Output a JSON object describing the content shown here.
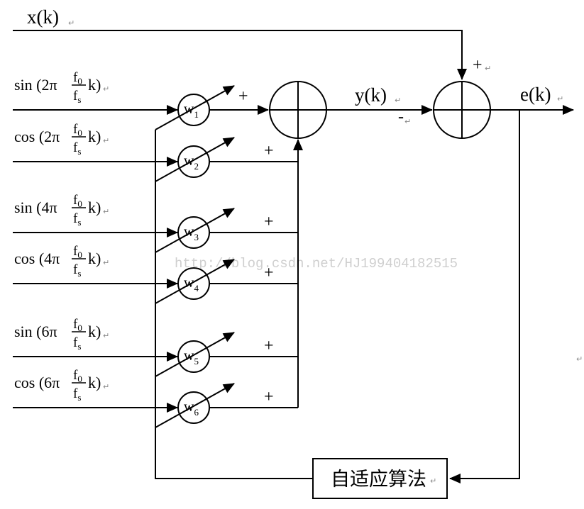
{
  "diagram": {
    "title": "Adaptive harmonic canceller block diagram",
    "reference_input": {
      "label": "x(k)"
    },
    "inputs": [
      {
        "func": "sin",
        "multiplier": "2π",
        "num": "f",
        "num_sub": "0",
        "den": "f",
        "den_sub": "s",
        "var": "k",
        "weight": "w",
        "weight_sub": "1",
        "sign": "+"
      },
      {
        "func": "cos",
        "multiplier": "2π",
        "num": "f",
        "num_sub": "0",
        "den": "f",
        "den_sub": "s",
        "var": "k",
        "weight": "w",
        "weight_sub": "2",
        "sign": "+"
      },
      {
        "func": "sin",
        "multiplier": "4π",
        "num": "f",
        "num_sub": "0",
        "den": "f",
        "den_sub": "s",
        "var": "k",
        "weight": "w",
        "weight_sub": "3",
        "sign": "+"
      },
      {
        "func": "cos",
        "multiplier": "4π",
        "num": "f",
        "num_sub": "0",
        "den": "f",
        "den_sub": "s",
        "var": "k",
        "weight": "w",
        "weight_sub": "4",
        "sign": "+"
      },
      {
        "func": "sin",
        "multiplier": "6π",
        "num": "f",
        "num_sub": "0",
        "den": "f",
        "den_sub": "s",
        "var": "k",
        "weight": "w",
        "weight_sub": "5",
        "sign": "+"
      },
      {
        "func": "cos",
        "multiplier": "6π",
        "num": "f",
        "num_sub": "0",
        "den": "f",
        "den_sub": "s",
        "var": "k",
        "weight": "w",
        "weight_sub": "6",
        "sign": "+"
      }
    ],
    "sum_output": {
      "label": "y(k)",
      "sign_into_error": "-"
    },
    "error_sum": {
      "reference_sign": "+"
    },
    "error_output": {
      "label": "e(k)"
    },
    "adaptive_block": {
      "label": "自适应算法"
    },
    "paragraph_mark": "↵",
    "watermark": "http://blog.csdn.net/HJ199404182515"
  }
}
